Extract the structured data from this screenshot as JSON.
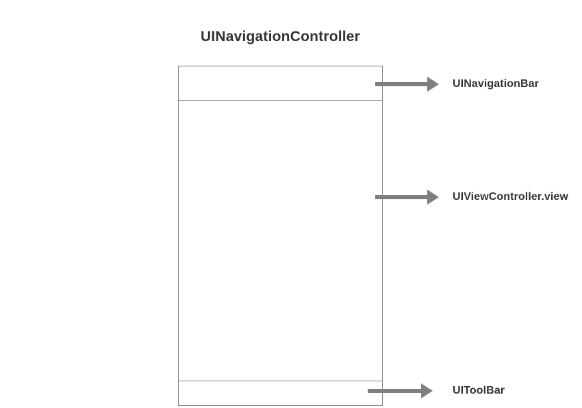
{
  "diagram": {
    "title": "UINavigationController",
    "annotations": [
      {
        "id": "navigation-bar",
        "label": "UINavigationBar"
      },
      {
        "id": "view-controller-view",
        "label": "UIViewController.view"
      },
      {
        "id": "toolbar",
        "label": "UIToolBar"
      }
    ],
    "colors": {
      "line": "#7f7f7f",
      "arrow": "#7f7f7f",
      "text": "#333333",
      "background": "#ffffff"
    }
  }
}
